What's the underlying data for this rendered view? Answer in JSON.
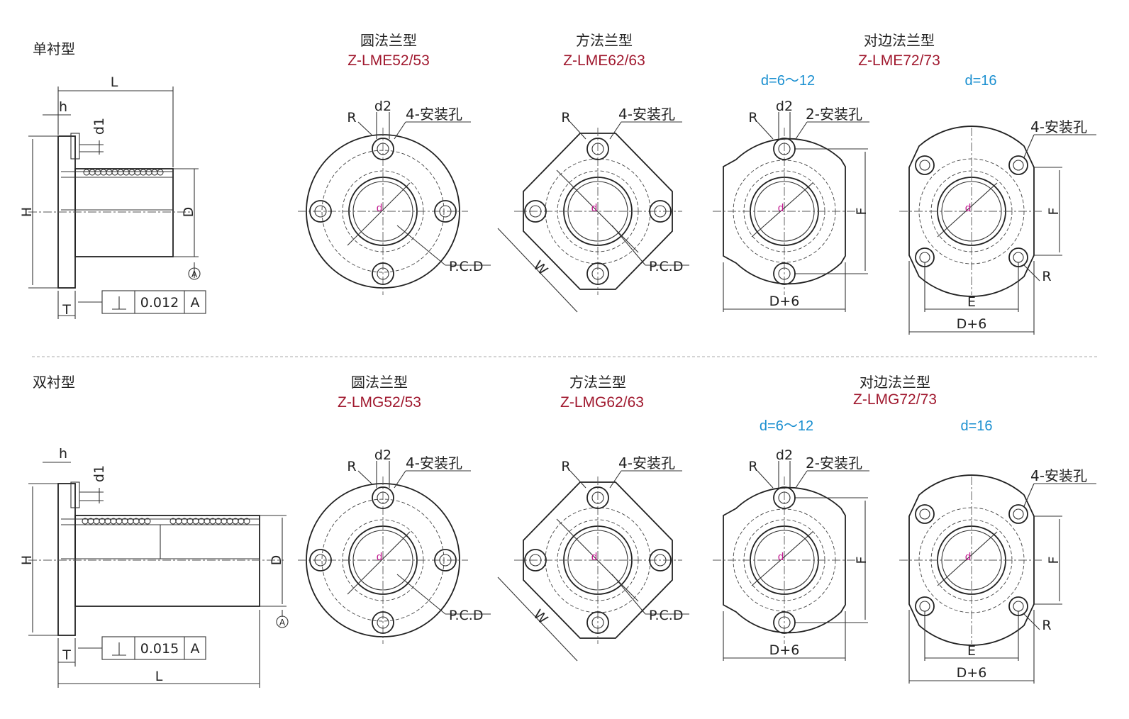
{
  "rows": [
    {
      "type_label": "单衬型",
      "views": [
        {
          "title": "圆法兰型",
          "model": "Z-LME52/53"
        },
        {
          "title": "方法兰型",
          "model": "Z-LME62/63"
        },
        {
          "title": "对边法兰型",
          "model": "Z-LME72/73"
        }
      ],
      "variant_small": "d=6～12",
      "variant_large": "d=16",
      "tolerance": "0.012",
      "datum": "A"
    },
    {
      "type_label": "双衬型",
      "views": [
        {
          "title": "圆法兰型",
          "model": "Z-LMG52/53"
        },
        {
          "title": "方法兰型",
          "model": "Z-LMG62/63"
        },
        {
          "title": "对边法兰型",
          "model": "Z-LMG72/73"
        }
      ],
      "variant_small": "d=6～12",
      "variant_large": "d=16",
      "tolerance": "0.015",
      "datum": "A"
    }
  ],
  "labels": {
    "L": "L",
    "h": "h",
    "d1": "d1",
    "H": "H",
    "D": "D",
    "T": "T",
    "A": "A",
    "R": "R",
    "d2": "d2",
    "d": "d",
    "W": "W",
    "F": "F",
    "E": "E",
    "D6": "D+6",
    "pcd": "P.C.D",
    "holes4": "4-安装孔",
    "holes2": "2-安装孔"
  }
}
